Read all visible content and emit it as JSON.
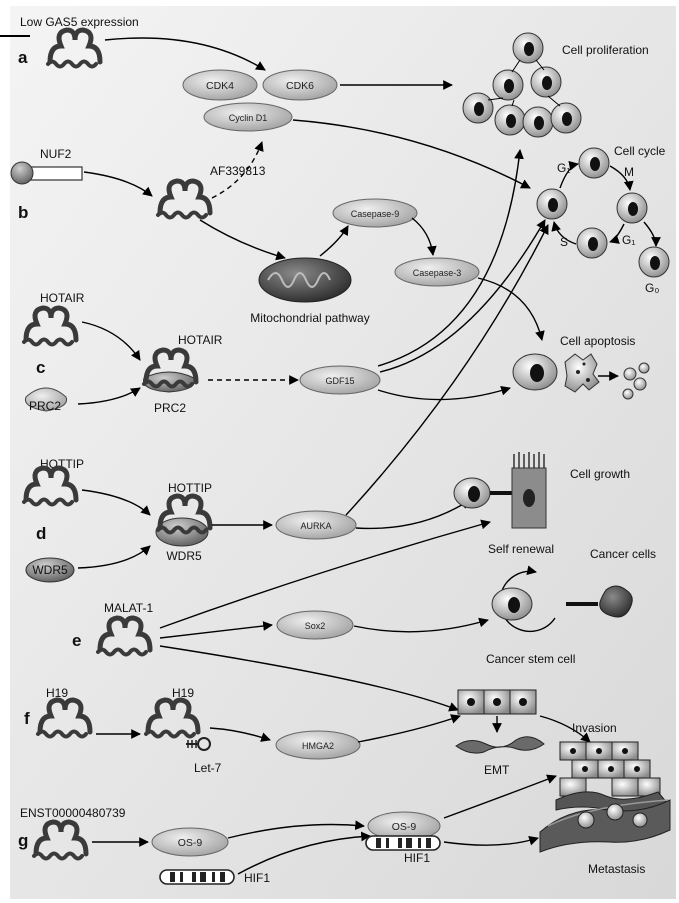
{
  "panels": {
    "a": {
      "letter": "a",
      "title": "Low GAS5 expression",
      "cdk4": "CDK4",
      "cdk6": "CDK6",
      "cyclin": "Cyclin D1"
    },
    "b": {
      "letter": "b",
      "nuf2": "NUF2",
      "af": "AF339813",
      "casp9": "Casepase-9",
      "casp3": "Casepase-3",
      "mito": "Mitochondrial pathway"
    },
    "c": {
      "letter": "c",
      "hotair": "HOTAIR",
      "hotair2": "HOTAIR",
      "prc2": "PRC2",
      "prc2b": "PRC2",
      "gdf15": "GDF15"
    },
    "d": {
      "letter": "d",
      "hottip": "HOTTIP",
      "hottip2": "HOTTIP",
      "wdr5": "WDR5",
      "wdr5b": "WDR5",
      "aurka": "AURKA"
    },
    "e": {
      "letter": "e",
      "malat": "MALAT-1",
      "sox2": "Sox2"
    },
    "f": {
      "letter": "f",
      "h19": "H19",
      "h19b": "H19",
      "let7": "Let-7",
      "hmga2": "HMGA2"
    },
    "g": {
      "letter": "g",
      "enst": "ENST00000480739",
      "os9": "OS-9",
      "os9b": "OS-9",
      "hif1": "HIF1",
      "hif1b": "HIF1"
    }
  },
  "outcomes": {
    "proliferation": "Cell proliferation",
    "cycle": "Cell cycle",
    "g1a": "G₁",
    "m": "M",
    "s": "S",
    "g1b": "G₁",
    "g0": "G₀",
    "apoptosis": "Cell apoptosis",
    "growth": "Cell growth",
    "self_renewal": "Self renewal",
    "cancer_cells": "Cancer cells",
    "stem": "Cancer stem cell",
    "emt": "EMT",
    "invasion": "Invasion",
    "metastasis": "Metastasis"
  }
}
